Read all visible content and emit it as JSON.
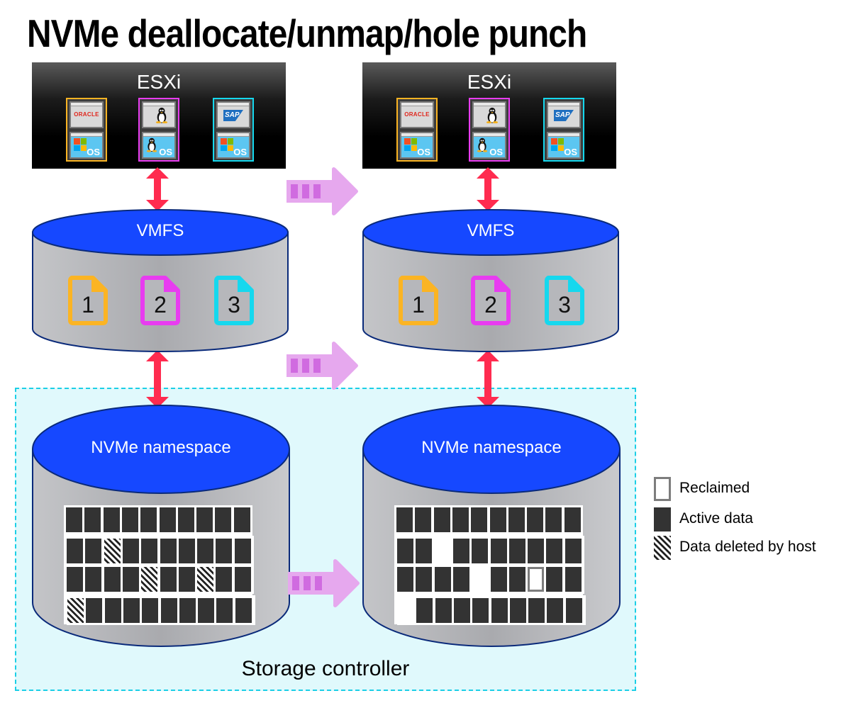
{
  "title": "NVMe deallocate/unmap/hole punch",
  "colors": {
    "vm1": "#fbb423",
    "vm2": "#e83cf0",
    "vm3": "#15d8ee",
    "cylinder_top": "#1648ff",
    "cylinder_edge": "#0a2a7a",
    "red_arrow": "#ff2b4f",
    "transition_arrow": "#e6a8ee",
    "transition_arrow_stripe": "#d06be0",
    "storage_controller_border": "#1ccfe6",
    "storage_controller_fill": "#e0f9fc",
    "active_block": "#333333"
  },
  "panels": [
    {
      "state": "before",
      "esxi": {
        "label": "ESXi",
        "vms": [
          {
            "app": "oracle-logo",
            "app_text": "ORACLE",
            "os": "windows-os",
            "os_label": "OS",
            "color_key": "vm1"
          },
          {
            "app": "linux-tux",
            "app_text": "",
            "os": "linux-os",
            "os_label": "OS",
            "color_key": "vm2"
          },
          {
            "app": "sap-logo",
            "app_text": "SAP",
            "os": "windows-os",
            "os_label": "OS",
            "color_key": "vm3"
          }
        ]
      },
      "vmfs": {
        "label": "VMFS",
        "files": [
          "1",
          "2",
          "3"
        ]
      },
      "namespace": {
        "label": "NVMe namespace",
        "rows": [
          [
            "A",
            "A",
            "A",
            "A",
            "A",
            "A",
            "A",
            "A",
            "A",
            "A"
          ],
          [
            "A",
            "A",
            "D",
            "A",
            "A",
            "A",
            "A",
            "A",
            "A",
            "A"
          ],
          [
            "A",
            "A",
            "A",
            "A",
            "D",
            "A",
            "A",
            "D",
            "A",
            "A"
          ],
          [
            "D",
            "A",
            "A",
            "A",
            "A",
            "A",
            "A",
            "A",
            "A",
            "A"
          ]
        ]
      }
    },
    {
      "state": "after",
      "esxi": {
        "label": "ESXi",
        "vms": [
          {
            "app": "oracle-logo",
            "app_text": "ORACLE",
            "os": "windows-os",
            "os_label": "OS",
            "color_key": "vm1"
          },
          {
            "app": "linux-tux",
            "app_text": "",
            "os": "linux-os",
            "os_label": "OS",
            "color_key": "vm2"
          },
          {
            "app": "sap-logo",
            "app_text": "SAP",
            "os": "windows-os",
            "os_label": "OS",
            "color_key": "vm3"
          }
        ]
      },
      "vmfs": {
        "label": "VMFS",
        "files": [
          "1",
          "2",
          "3"
        ]
      },
      "namespace": {
        "label": "NVMe namespace",
        "rows": [
          [
            "A",
            "A",
            "A",
            "A",
            "A",
            "A",
            "A",
            "A",
            "A",
            "A"
          ],
          [
            "A",
            "A",
            "R",
            "A",
            "A",
            "A",
            "A",
            "A",
            "A",
            "A"
          ],
          [
            "A",
            "A",
            "A",
            "A",
            "R",
            "A",
            "A",
            "RO",
            "A",
            "A"
          ],
          [
            "R",
            "A",
            "A",
            "A",
            "A",
            "A",
            "A",
            "A",
            "A",
            "A"
          ]
        ]
      }
    }
  ],
  "storage_controller": {
    "label": "Storage controller"
  },
  "legend": [
    {
      "key": "reclaimed",
      "label": "Reclaimed"
    },
    {
      "key": "active",
      "label": "Active data"
    },
    {
      "key": "deleted",
      "label": "Data deleted by host"
    }
  ]
}
